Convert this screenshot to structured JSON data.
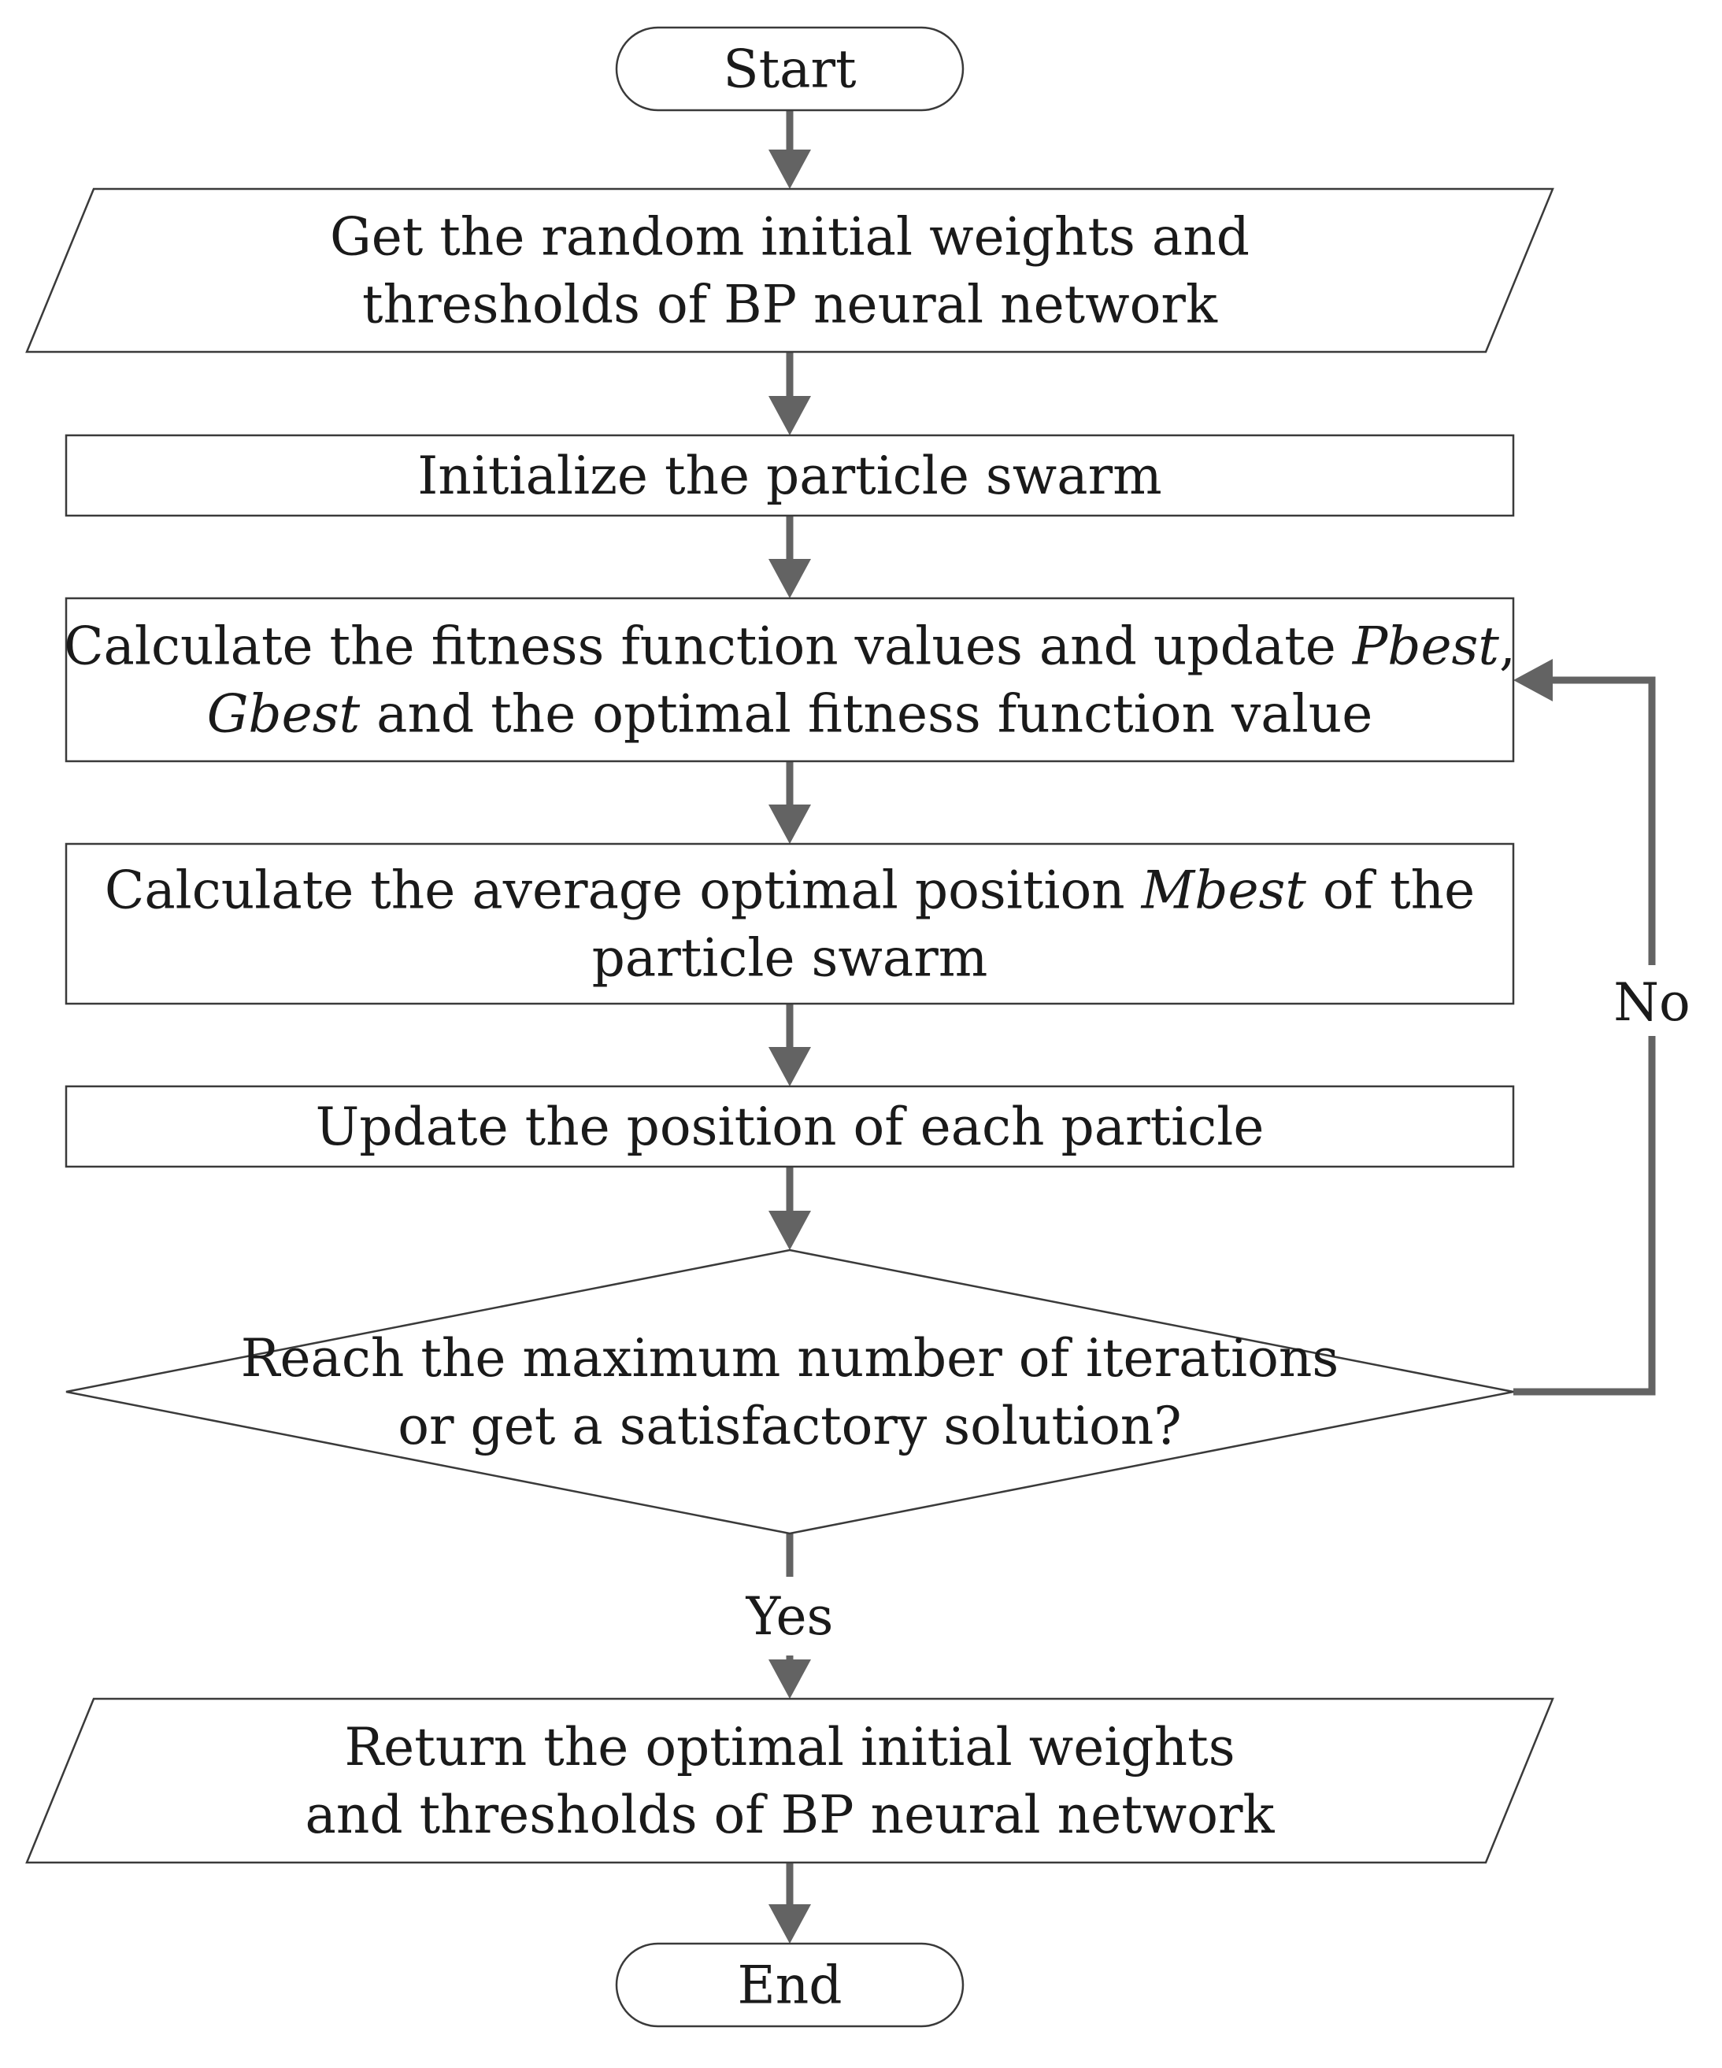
{
  "nodes": {
    "start": {
      "shape": "terminal",
      "lines": [
        [
          "Start"
        ]
      ]
    },
    "input": {
      "shape": "data",
      "lines": [
        [
          "Get the random initial weights and"
        ],
        [
          "thresholds of BP neural network"
        ]
      ]
    },
    "init": {
      "shape": "process",
      "lines": [
        [
          "Initialize the particle swarm"
        ]
      ]
    },
    "fitness": {
      "shape": "process",
      "lines": [
        [
          "Calculate the fitness function values and update ",
          {
            "t": "Pbest",
            "em": true
          },
          ","
        ],
        [
          {
            "t": "Gbest",
            "em": true
          },
          " and the optimal fitness function value"
        ]
      ]
    },
    "mbest": {
      "shape": "process",
      "lines": [
        [
          "Calculate the average optimal position ",
          {
            "t": "Mbest",
            "em": true
          },
          " of the"
        ],
        [
          "particle swarm"
        ]
      ]
    },
    "update": {
      "shape": "process",
      "lines": [
        [
          "Update the position of each particle"
        ]
      ]
    },
    "decision": {
      "shape": "decision",
      "lines": [
        [
          "Reach the maximum number of iterations"
        ],
        [
          "or get a satisfactory solution?"
        ]
      ]
    },
    "output": {
      "shape": "data",
      "lines": [
        [
          "Return the optimal initial weights"
        ],
        [
          "and thresholds of BP neural network"
        ]
      ]
    },
    "end": {
      "shape": "terminal",
      "lines": [
        [
          "End"
        ]
      ]
    }
  },
  "edges": [
    {
      "from": "start",
      "to": "input"
    },
    {
      "from": "input",
      "to": "init"
    },
    {
      "from": "init",
      "to": "fitness"
    },
    {
      "from": "fitness",
      "to": "mbest"
    },
    {
      "from": "mbest",
      "to": "update"
    },
    {
      "from": "update",
      "to": "decision"
    },
    {
      "from": "decision",
      "to": "output",
      "label": "Yes"
    },
    {
      "from": "decision",
      "to": "fitness",
      "label": "No"
    },
    {
      "from": "output",
      "to": "end"
    }
  ],
  "colors": {
    "arrow": "#636363",
    "stroke": "#3a3a3a",
    "text": "#1a1a1a",
    "fill": "#ffffff"
  }
}
